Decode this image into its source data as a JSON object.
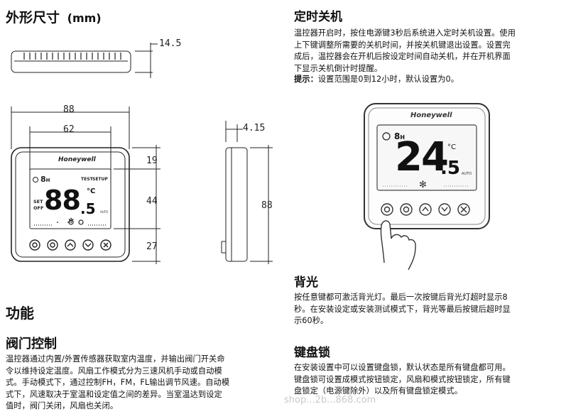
{
  "left": {
    "dimensions": {
      "title": "外形尺寸",
      "unit": "(mm)",
      "labels": {
        "depth_top": "14.5",
        "width_outer": "88",
        "width_inner": "62",
        "side_depth": "4.15",
        "h_top": "19",
        "h_mid": "44",
        "h_bottom": "27",
        "height": "88"
      }
    },
    "function_title": "功能",
    "valve": {
      "title": "阀门控制",
      "lines": [
        "温控器通过内置/外置传感器获取室内温度，并输出阀门开关命",
        "令以维持设定温度。风扇工作模式分为三速风机手动或自动模",
        "式。手动模式下，通过控制FH，FM，FL输出调节风速。自动模",
        "式下，风速取决于室温和设定值之间的差异。当室温达到设定",
        "值时，阀门关闭，风扇也关闭。"
      ]
    }
  },
  "right": {
    "timer": {
      "title": "定时关机",
      "lines": [
        "温控器开启时，按住电源键3秒后系统进入定时关机设置。使用",
        "上下键调整所需要的关机时间，并按关机键退出设置。设置完",
        "成后，温控器会在开机后按设定时间自动关机，并在开机界面",
        "下显示关机倒计时提醒。"
      ],
      "tip_label": "提示：",
      "tip_text": "设置范围是0到12小时，默认设置为0。"
    },
    "backlight": {
      "title": "背光",
      "lines": [
        "按任意键都可激活背光灯。最后一次按键后背光灯超时显示8",
        "秒。在安装设定或安装测试模式下，背光等最后按键后超时显",
        "示60秒。"
      ]
    },
    "keylock": {
      "title": "键盘锁",
      "lines": [
        "在安装设置中可以设置键盘锁，默认状态是所有键盘都可用。",
        "键盘锁可设置成模式按钮锁定，风扇和模式按钮锁定，所有键",
        "盘锁定（电源键除外）以及所有键盘锁定模式。"
      ]
    }
  },
  "device": {
    "brand": "Honeywell",
    "big_temp": "88",
    "big_decimal": ".5",
    "small_unit": "°C",
    "set_label": "SET",
    "off_label": "OFF",
    "test_label": "TEST",
    "setup_label": "SETUP",
    "timer_value": "8",
    "timer_unit": "H",
    "auto_label": "AUTO"
  },
  "device2": {
    "brand": "Honeywell",
    "temp": "24",
    "decimal": ".5",
    "unit": "°C",
    "timer_value": "8",
    "timer_unit": "H",
    "auto_label": "AUTO"
  },
  "watermark": "shop...2b...868.com"
}
